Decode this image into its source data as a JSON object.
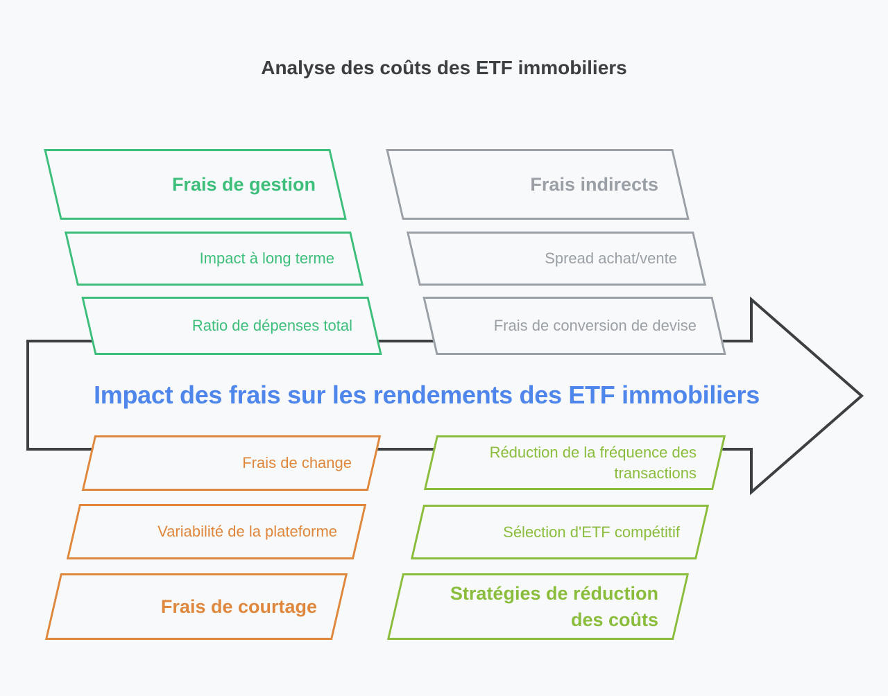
{
  "title": "Analyse des coûts des ETF immobiliers",
  "colors": {
    "background": "#F8F9FA",
    "dark": "#3C4043",
    "blue": "#4E86EC",
    "green": "#3EBE7B",
    "gray": "#9AA0A6",
    "orange": "#DF873C",
    "olive": "#8BBD3D"
  },
  "arrow": {
    "label": "Impact des frais sur les rendements des ETF immobiliers"
  },
  "groups": {
    "management_fees": {
      "header": "Frais de gestion",
      "items": [
        "Impact à long terme",
        "Ratio de dépenses total"
      ]
    },
    "indirect_fees": {
      "header": "Frais indirects",
      "items": [
        "Spread achat/vente",
        "Frais de conversion de devise"
      ]
    },
    "brokerage_fees": {
      "header": "Frais de courtage",
      "items": [
        "Frais de change",
        "Variabilité de la plateforme"
      ]
    },
    "cost_reduction_strategies": {
      "header": "Stratégies de réduction\ndes coûts",
      "items": [
        "Réduction de la fréquence des\ntransactions",
        "Sélection d'ETF compétitif"
      ]
    }
  }
}
